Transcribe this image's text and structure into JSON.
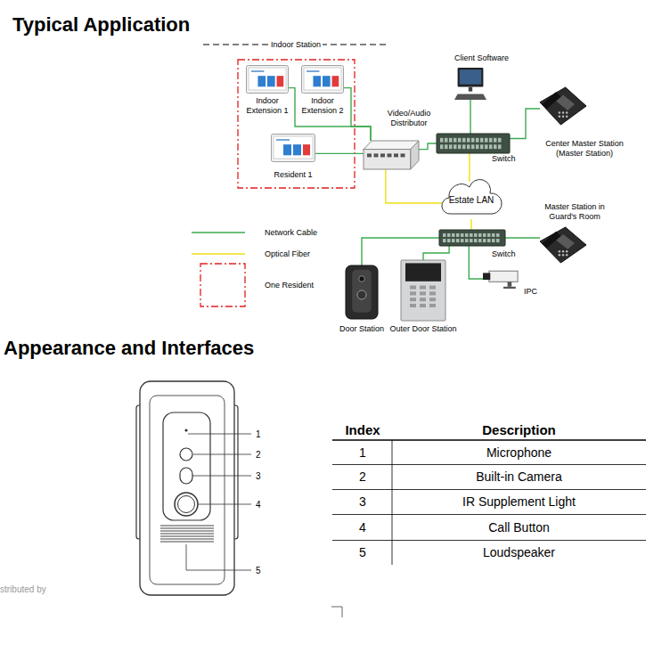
{
  "diagram": {
    "title": "Typical Application",
    "nodes": [
      {
        "text": [
          "Client Software"
        ]
      },
      {
        "text": [
          "Indoor Extension 1"
        ]
      },
      {
        "text": [
          "Indoor Extension 2"
        ]
      },
      {
        "text": [
          "Video/Audio Distributor"
        ]
      },
      {
        "text": [
          "Center Master Station (Master Station)"
        ]
      },
      {
        "text": [
          "Resident 1"
        ]
      },
      {
        "text": [
          "Switch"
        ]
      },
      {
        "text": [
          "Estate LAN"
        ]
      },
      {
        "text": [
          "Master Station in Guard's Room"
        ]
      },
      {
        "text": [
          "Switch"
        ]
      },
      {
        "text": [
          "Door Station"
        ]
      },
      {
        "text": [
          "Outer Door Station"
        ]
      },
      {
        "text": [
          "IPC"
        ]
      }
    ],
    "edges": [
      {
        "from": 1,
        "to": 3,
        "arrow": "none"
      },
      {
        "from": 2,
        "to": 3,
        "arrow": "none"
      },
      {
        "from": 5,
        "to": 3,
        "arrow": "none"
      },
      {
        "from": 3,
        "to": 6,
        "arrow": "none"
      },
      {
        "from": 3,
        "to": 7,
        "arrow": "none"
      },
      {
        "from": 0,
        "to": 6,
        "arrow": "none"
      },
      {
        "from": 6,
        "to": 4,
        "arrow": "none"
      },
      {
        "from": 6,
        "to": 7,
        "arrow": "none"
      },
      {
        "from": 7,
        "to": 9,
        "arrow": "none"
      },
      {
        "from": 9,
        "to": 8,
        "arrow": "none"
      },
      {
        "from": 9,
        "to": 10,
        "arrow": "none"
      },
      {
        "from": 9,
        "to": 11,
        "arrow": "none"
      },
      {
        "from": 9,
        "to": 12,
        "arrow": "none"
      }
    ],
    "labels": [
      "Indoor Station",
      "Appearance and Interfaces",
      "1",
      "2",
      "3",
      "4",
      "5",
      "Index",
      "Description",
      "1",
      "Microphone",
      "2",
      "Built-in Camera",
      "3",
      "IR Supplement Light",
      "4",
      "Call Button",
      "5",
      "Loudspeaker",
      "stributed by"
    ],
    "legend": [
      {
        "text": "Network Cable"
      },
      {
        "text": "Optical Fiber"
      },
      {
        "text": "One Resident"
      }
    ]
  }
}
